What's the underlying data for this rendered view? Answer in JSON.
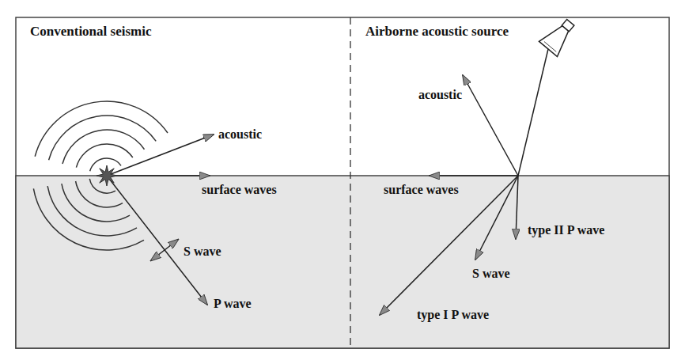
{
  "diagram": {
    "labels": [
      "Conventional seismic",
      "Airborne acoustic source",
      "acoustic",
      "surface waves",
      "S wave",
      "P wave",
      "acoustic",
      "surface waves",
      "type II P wave",
      "S wave",
      "type I P wave"
    ]
  }
}
